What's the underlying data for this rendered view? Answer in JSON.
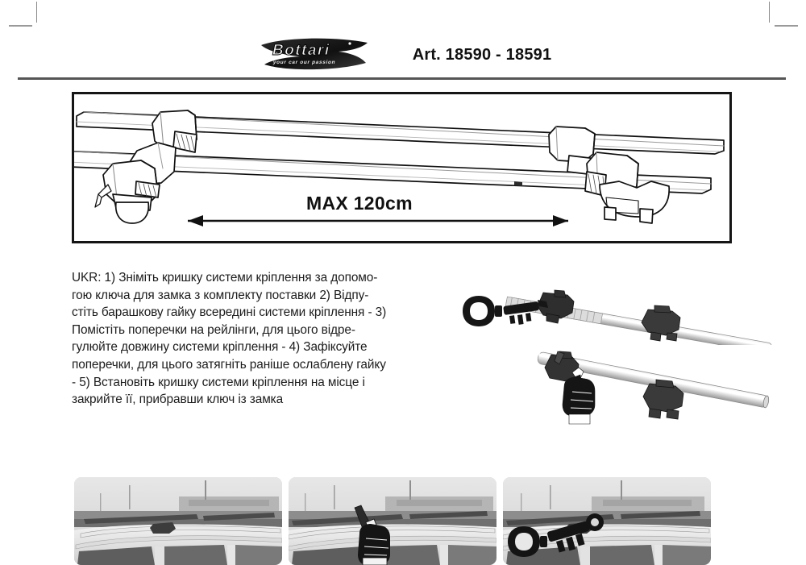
{
  "page": {
    "background_color": "#ffffff",
    "ink_color": "#1a1a1a"
  },
  "header": {
    "logo": {
      "icon_name": "bottari-logo",
      "wordmark": "Bottari",
      "tagline": "your car our passion"
    },
    "article_code": "Art. 18590 - 18591"
  },
  "diagram": {
    "name": "roof-bar-assembly-diagram",
    "measurement_label": "MAX 120cm",
    "arrow": {
      "name": "max-width-double-arrow",
      "direction": "double",
      "value": "120",
      "unit": "cm"
    },
    "parts": [
      "roof-rail-front",
      "roof-rail-rear",
      "cross-bar-left-clamp",
      "cross-bar-right-clamp",
      "lock-key"
    ]
  },
  "instructions": {
    "language_tag": "UKR:",
    "body": "UKR: 1) Зніміть кришку системи кріплення за допомо-\nгою ключа для замка з комплекту поставки 2) Відпу-\nстіть барашкову гайку всередині системи кріплення - 3)\nПомістіть поперечки на рейлінги, для цього відре-\nгулюйте довжину системи кріплення - 4) Зафіксуйте\nпоперечки, для цього затягніть раніше ослаблену гайку\n- 5) Встановіть кришку системи кріплення на місце і\nзакрийте її, прибравши ключ із замка",
    "steps": [
      "1) Зніміть кришку системи кріплення за допомогою ключа для замка з комплекту поставки",
      "2) Відпустіть барашкову гайку всередині системи кріплення",
      "3) Помістіть поперечки на рейлінги, для цього відрегулюйте довжину системи кріплення",
      "4) Зафіксуйте поперечки, для цього затягніть раніше ослаблену гайку",
      "5) Встановіть кришку системи кріплення на місце і закрийте її, прибравши ключ із замка"
    ]
  },
  "illustrations": [
    {
      "name": "key-inserting-into-crossbar-illustration",
      "caption": "",
      "elements": [
        "lock-key",
        "cross-bar",
        "end-clamp",
        "mid-clamp"
      ]
    },
    {
      "name": "hand-pointing-at-crossbar-illustration",
      "caption": "",
      "elements": [
        "pointing-hand",
        "cross-bar",
        "end-clamp",
        "mid-clamp"
      ]
    }
  ],
  "photos": [
    {
      "name": "photo-roof-rails-plain",
      "alt": "Car roof with factory roof rails and mounted cross bars",
      "overlay_icon": ""
    },
    {
      "name": "photo-roof-rails-hand",
      "alt": "Car roof with roof rails and pointing hand overlay",
      "overlay_icon": "pointing-hand-icon"
    },
    {
      "name": "photo-roof-rails-key",
      "alt": "Car roof with roof rails and lock key overlay",
      "overlay_icon": "key-icon"
    }
  ]
}
